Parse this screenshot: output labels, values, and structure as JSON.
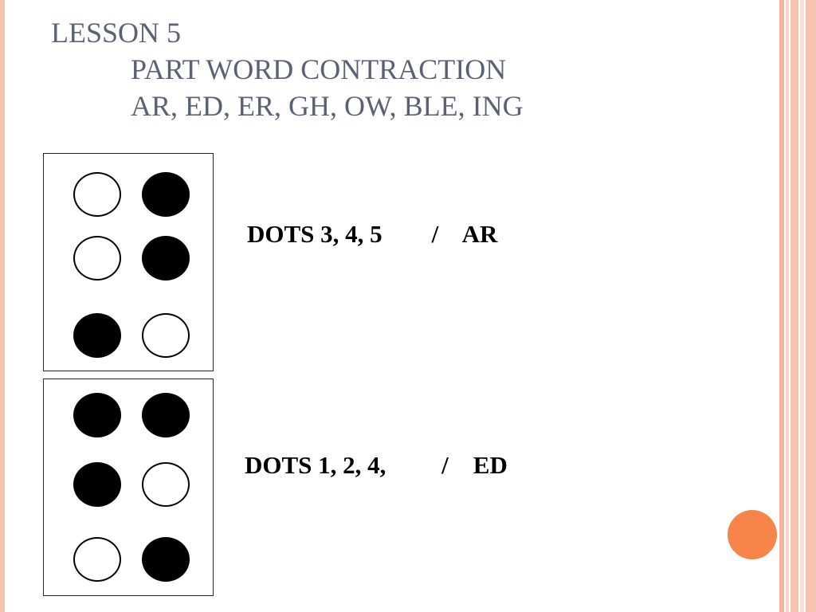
{
  "title": {
    "line1": "LESSON 5",
    "line2": "PART WORD CONTRACTION",
    "line3": "AR, ED, ER, GH, OW, BLE, ING"
  },
  "cells": [
    {
      "dots": [
        [
          false,
          true
        ],
        [
          false,
          true
        ],
        [
          true,
          false
        ]
      ],
      "caption": "DOTS 3, 4, 5        /    AR"
    },
    {
      "dots": [
        [
          true,
          true
        ],
        [
          true,
          false
        ],
        [
          false,
          true
        ]
      ],
      "caption": "DOTS 1, 2, 4,         /    ED"
    }
  ],
  "colors": {
    "title": "#5a6172",
    "accent_circle": "#f9844a",
    "border_stripe": "#f6c3ae"
  }
}
